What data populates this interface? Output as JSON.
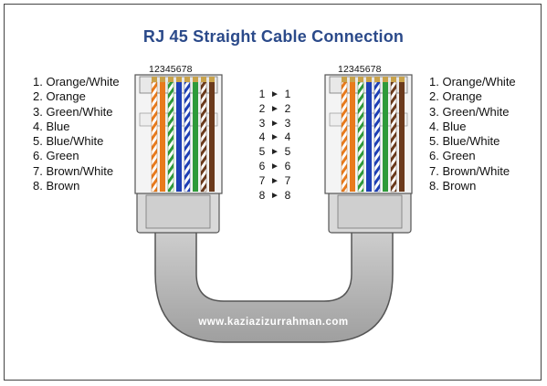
{
  "title": "RJ 45 Straight Cable Connection",
  "pin_header_left": "12345678",
  "pin_header_right": "12345678",
  "wire_legend_left": [
    "1. Orange/White",
    "2. Orange",
    "3. Green/White",
    "4. Blue",
    "5. Blue/White",
    "6. Green",
    "7. Brown/White",
    "8. Brown"
  ],
  "wire_legend_right": [
    "1. Orange/White",
    "2. Orange",
    "3. Green/White",
    "4. Blue",
    "5. Blue/White",
    "6. Green",
    "7. Brown/White",
    "8. Brown"
  ],
  "pin_mapping": [
    {
      "from": "1",
      "to": "1"
    },
    {
      "from": "2",
      "to": "2"
    },
    {
      "from": "3",
      "to": "3"
    },
    {
      "from": "4",
      "to": "4"
    },
    {
      "from": "5",
      "to": "5"
    },
    {
      "from": "6",
      "to": "6"
    },
    {
      "from": "7",
      "to": "7"
    },
    {
      "from": "8",
      "to": "8"
    }
  ],
  "watermark": "www.kaziazizurrahman.com",
  "colors": {
    "title": "#2b4a8a",
    "orange": "#e87a1c",
    "green": "#2e9a3a",
    "blue": "#1d3fb5",
    "brown": "#6b3a1c",
    "white_stripe": "#ffffff",
    "cable": "#b8b8b8",
    "connector": "#f2f2f2"
  }
}
